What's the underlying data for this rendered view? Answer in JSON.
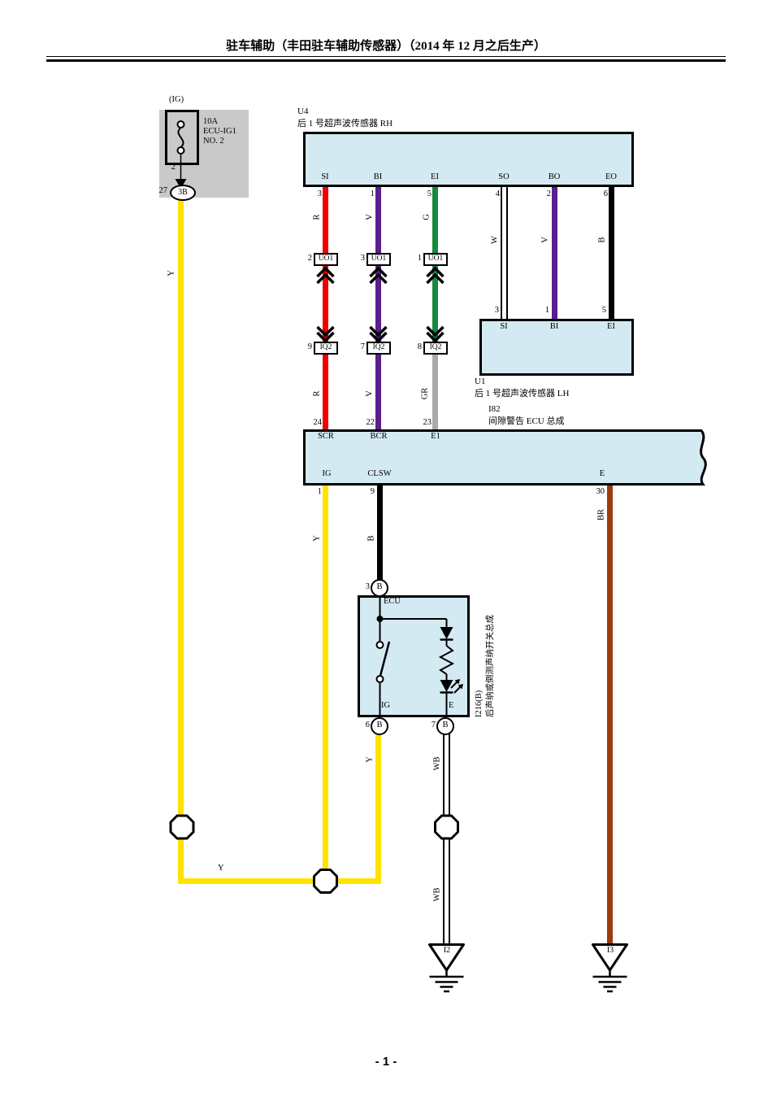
{
  "header": {
    "title": "驻车辅助（丰田驻车辅助传感器）（2014 年 12 月之后生产）"
  },
  "footer": {
    "page_number": "- 1 -"
  },
  "fuse": {
    "group_label": "(IG)",
    "rating": "10A",
    "name_line1": "ECU-IG1",
    "name_line2": "NO. 2",
    "pin_bottom": "2",
    "conn_pin": "27",
    "conn_label": "3B"
  },
  "sensor_rh": {
    "code": "U4",
    "name": "后 1 号超声波传感器 RH",
    "pins": [
      {
        "label": "SI",
        "num": "3"
      },
      {
        "label": "BI",
        "num": "1"
      },
      {
        "label": "EI",
        "num": "5"
      },
      {
        "label": "SO",
        "num": "4"
      },
      {
        "label": "BO",
        "num": "2"
      },
      {
        "label": "EO",
        "num": "6"
      }
    ]
  },
  "sensor_lh": {
    "code": "U1",
    "name": "后 1 号超声波传感器 LH",
    "pins": [
      {
        "label": "SI",
        "num": "3"
      },
      {
        "label": "BI",
        "num": "1"
      },
      {
        "label": "EI",
        "num": "5"
      }
    ]
  },
  "connectors": {
    "uo1": [
      {
        "num": "2",
        "label": "UO1"
      },
      {
        "num": "3",
        "label": "UO1"
      },
      {
        "num": "1",
        "label": "UO1"
      }
    ],
    "iq2": [
      {
        "num": "9",
        "label": "IQ2"
      },
      {
        "num": "7",
        "label": "IQ2"
      },
      {
        "num": "8",
        "label": "IQ2"
      }
    ]
  },
  "ecu": {
    "code": "I82",
    "name": "间隙警告 ECU 总成",
    "top_pins": [
      {
        "label": "SCR",
        "num": "24"
      },
      {
        "label": "BCR",
        "num": "22"
      },
      {
        "label": "E1",
        "num": "23"
      }
    ],
    "bottom_pins": [
      {
        "label": "IG",
        "num": "1"
      },
      {
        "label": "CLSW",
        "num": "9"
      },
      {
        "label": "E",
        "num": "30"
      }
    ]
  },
  "switch": {
    "code": "I216(B)",
    "name": "后声纳或倒测声纳开关总成",
    "inner_label": "ECU",
    "pin_ig": "IG",
    "pin_e": "E",
    "top_conn": {
      "num": "3",
      "label": "B"
    },
    "bottom_conn_ig": {
      "num": "6",
      "label": "B"
    },
    "bottom_conn_e": {
      "num": "7",
      "label": "B"
    }
  },
  "wires": {
    "y": "Y",
    "r": "R",
    "v": "V",
    "g": "G",
    "w": "W",
    "b": "B",
    "gr": "GR",
    "br": "BR",
    "wb": "WB"
  },
  "grounds": {
    "left": "I2",
    "right": "I3"
  },
  "colors": {
    "yellow": "#FFE300",
    "red": "#EE0000",
    "violet": "#5B1E8E",
    "green": "#168A3F",
    "black": "#000000",
    "gray_wire": "#A9A9A9",
    "brown": "#9C3A10",
    "white_wire": "#FFFFFF",
    "component_fill": "#D4EAF3",
    "fuse_panel": "#C9C9C9"
  }
}
